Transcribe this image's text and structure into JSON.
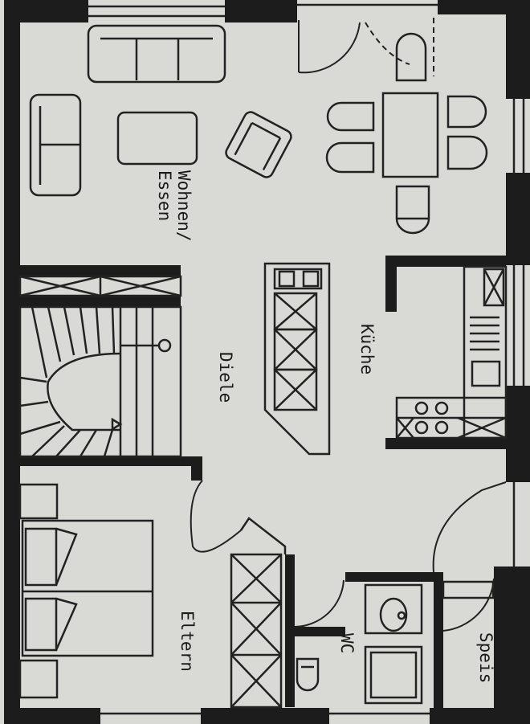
{
  "rooms": {
    "wohnen": {
      "line1": "Wohnen/",
      "line2": "Essen"
    },
    "kueche": "Küche",
    "diele": "Diele",
    "eltern": "Eltern",
    "wc": "WC",
    "speis": "Speis"
  },
  "colors": {
    "paper": "#d9d9d6",
    "ink": "#1c1c1c"
  }
}
